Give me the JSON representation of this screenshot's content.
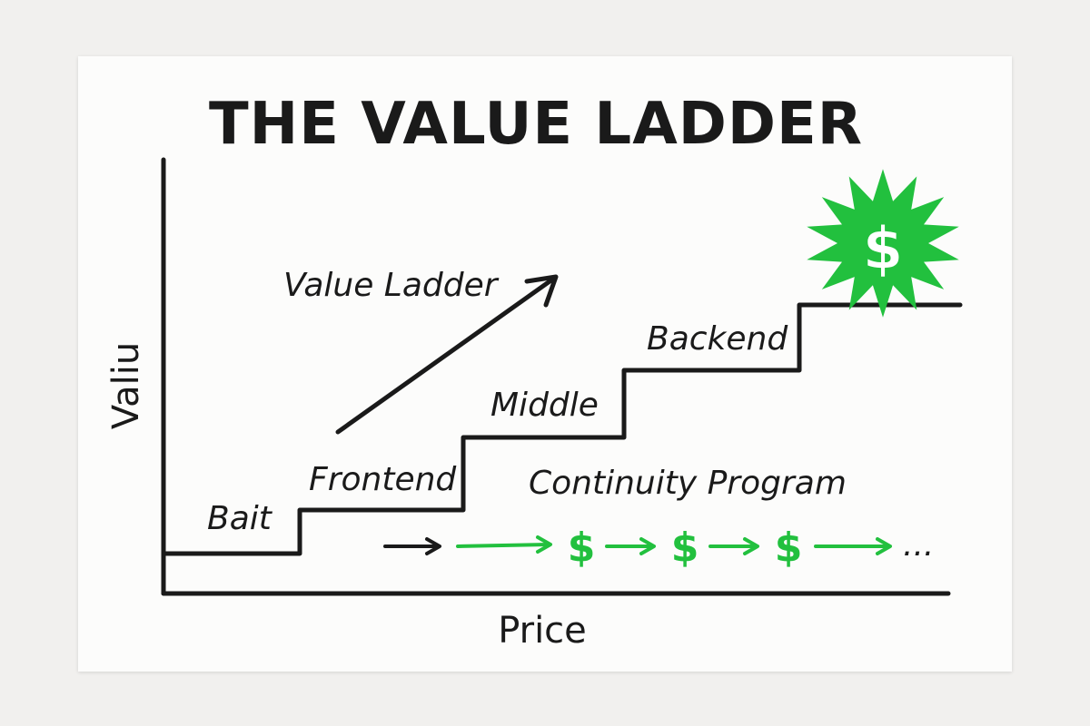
{
  "title": "THE VALUE LADDER",
  "axes": {
    "y_label": "Valiu",
    "x_label": "Price"
  },
  "arrow_label": "Value Ladder",
  "steps": [
    {
      "label": "Bait"
    },
    {
      "label": "Frontend"
    },
    {
      "label": "Middle"
    },
    {
      "label": "Backend"
    }
  ],
  "continuity": {
    "label": "Continuity Program",
    "symbol": "$",
    "ellipsis": "..."
  },
  "top_badge": {
    "symbol": "$"
  },
  "colors": {
    "ink": "#1a1a1a",
    "accent": "#22c03e",
    "card": "#fcfcfb",
    "background": "#f1f0ee"
  },
  "icons": [
    "dollar-starburst-icon",
    "arrow-right-icon",
    "dollar-icon"
  ]
}
